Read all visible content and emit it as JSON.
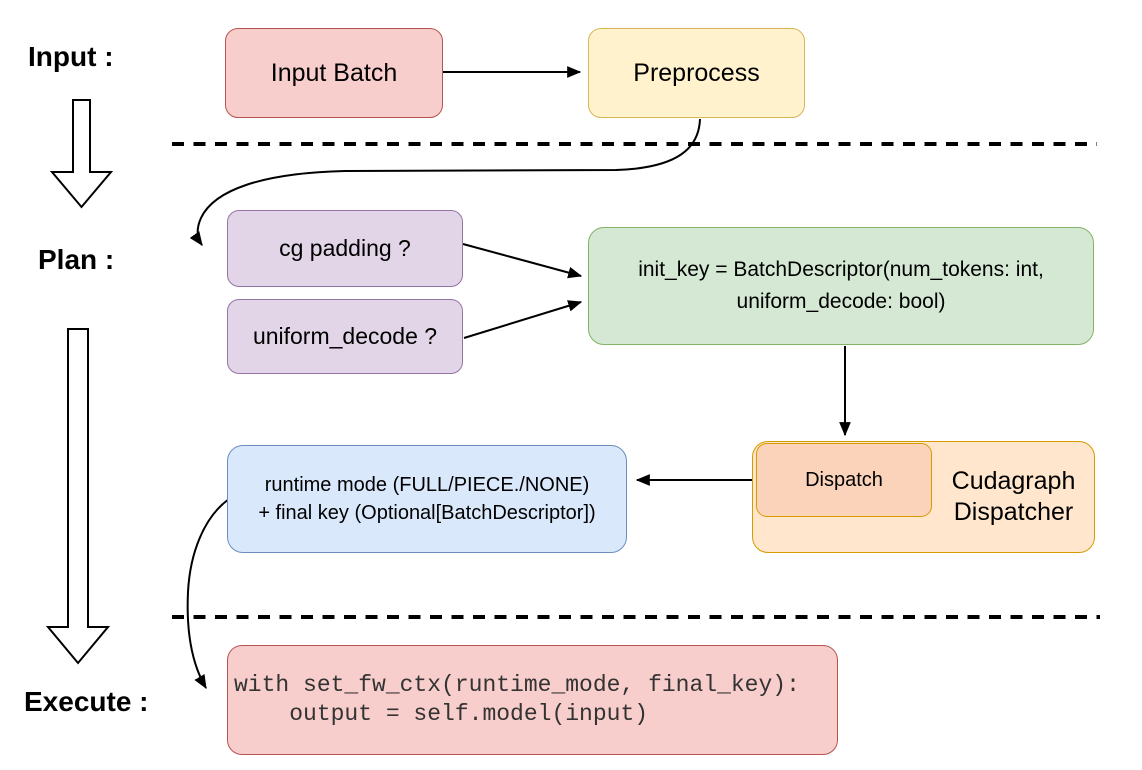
{
  "stages": {
    "input_label": "Input :",
    "plan_label": "Plan :",
    "execute_label": "Execute :"
  },
  "nodes": {
    "input_batch": {
      "label": "Input Batch",
      "fill": "#F8CECC",
      "border": "#B85450"
    },
    "preprocess": {
      "label": "Preprocess",
      "fill": "#FFF2CC",
      "border": "#D6B656"
    },
    "cg_padding": {
      "label": "cg padding ?",
      "fill": "#E1D5E7",
      "border": "#9673A6"
    },
    "uniform_decode": {
      "label": "uniform_decode ?",
      "fill": "#E1D5E7",
      "border": "#9673A6"
    },
    "init_key": {
      "line1": "init_key = BatchDescriptor(num_tokens: int,",
      "line2": "uniform_decode: bool)",
      "fill": "#D5E8D4",
      "border": "#82B366"
    },
    "dispatch": {
      "label": "Dispatch",
      "fill": "#FAD3BA",
      "border": "#D79B00"
    },
    "cudagraph_dispatcher": {
      "line1": "Cudagraph",
      "line2": "Dispatcher",
      "fill": "#FFE6CC",
      "border": "#D79B00"
    },
    "runtime_mode": {
      "line1": "runtime mode (FULL/PIECE./NONE)",
      "line2": "+ final key (Optional[BatchDescriptor])",
      "fill": "#DAE8FC",
      "border": "#6C8EBF"
    },
    "execute_code": {
      "line1": "with set_fw_ctx(runtime_mode, final_key):",
      "line2": "    output = self.model(input)",
      "fill": "#F8CECC",
      "border": "#B85450"
    }
  },
  "connectors": {
    "arrow_color": "#000000",
    "divider_style": "dashed"
  }
}
